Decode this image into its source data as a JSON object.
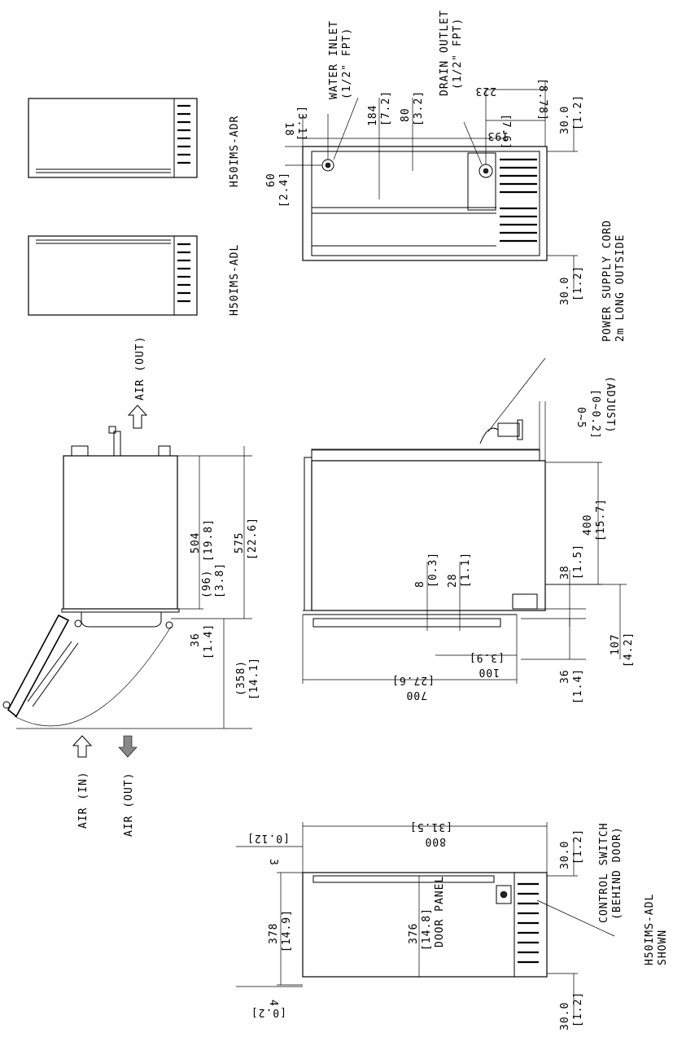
{
  "views": {
    "adr_label": "H50IMS-ADR",
    "adl_label": "H50IMS-ADL",
    "front_label_1": "H50IMS-ADL",
    "front_label_2": "SHOWN"
  },
  "notes": {
    "water_inlet_1": "WATER INLET",
    "water_inlet_2": "(1/2\" FPT)",
    "drain_outlet_1": "DRAIN OUTLET",
    "drain_outlet_2": "(1/2\" FPT)",
    "power_cord_1": "POWER SUPPLY CORD",
    "power_cord_2": "2m LONG OUTSIDE",
    "control_switch_1": "CONTROL SWITCH",
    "control_switch_2": "(BEHIND DOOR)",
    "door_panel": "DOOR PANEL",
    "air_out_top": "AIR (OUT)",
    "air_in": "AIR (IN)",
    "air_out_bottom": "AIR (OUT)",
    "adjust_1": "0~5",
    "adjust_2": "[0~0.2]",
    "adjust_3": "(ADJUST)"
  },
  "dims": {
    "rear": {
      "d18": "18",
      "d18b": "[3.1]",
      "d184": "184",
      "d184b": "[7.2]",
      "d80": "80",
      "d80b": "[3.2]",
      "d223": "223",
      "d223b": "[8.78]",
      "d193": "193",
      "d193b": "[7.6]",
      "d30t": "30.0",
      "d30tb": "[1.2]",
      "d60": "60",
      "d60b": "[2.4]",
      "d30b": "30.0",
      "d30bb": "[1.2]"
    },
    "plan": {
      "d504": "504",
      "d504b": "[19.8]",
      "d575": "575",
      "d575b": "[22.6]",
      "d96": "(96)",
      "d96b": "[3.8]",
      "d36": "36",
      "d36b": "[1.4]",
      "d358": "(358)",
      "d358b": "[14.1]"
    },
    "side": {
      "d400": "400",
      "d400b": "[15.7]",
      "d38": "38",
      "d38b": "[1.5]",
      "d8": "8",
      "d8b": "[0.3]",
      "d28": "28",
      "d28b": "[1.1]",
      "d100": "100",
      "d100b": "[3.9]",
      "d700": "700",
      "d700b": "[27.6]",
      "d36": "36",
      "d36b": "[1.4]",
      "d107": "107",
      "d107b": "[4.2]"
    },
    "front": {
      "d800": "800",
      "d800b": "[31.5]",
      "d3": "3",
      "d3b": "[0.12]",
      "d378": "378",
      "d378b": "[14.9]",
      "d376": "376",
      "d376b": "[14.8]",
      "d4": "4",
      "d4b": "[0.2]",
      "d30t": "30.0",
      "d30tb": "[1.2]",
      "d30b": "30.0",
      "d30bb": "[1.2]"
    }
  }
}
